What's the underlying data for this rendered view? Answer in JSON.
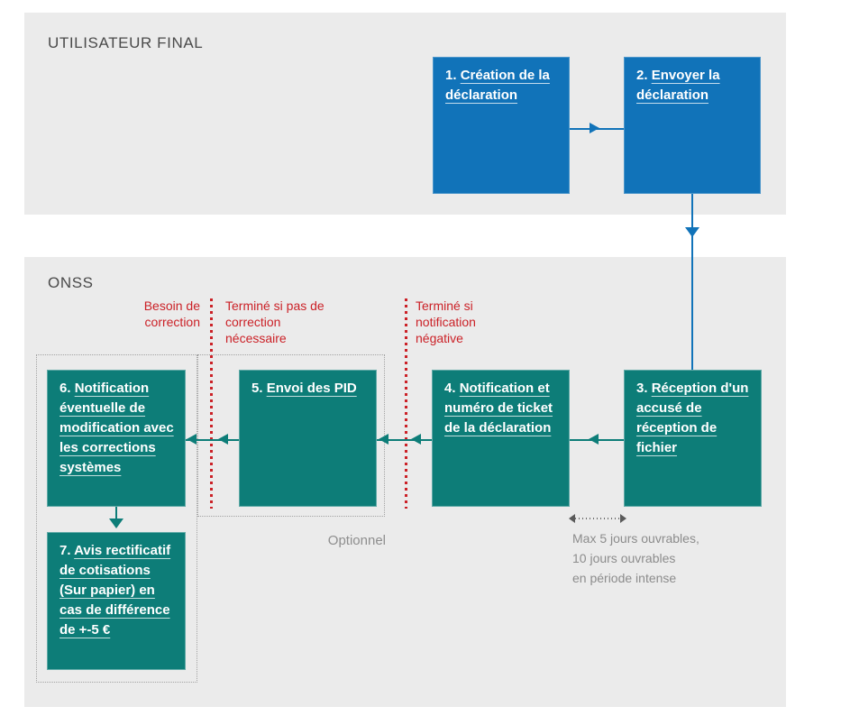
{
  "colors": {
    "blue": "#1173b9",
    "teal": "#0d7d78",
    "red": "#cb2127",
    "section_bg": "#ebebeb",
    "heading_text": "#4a4a4a",
    "muted_text": "#8c8c8c"
  },
  "sections": {
    "end_user": {
      "title": "UTILISATEUR FINAL"
    },
    "onss": {
      "title": "ONSS"
    }
  },
  "steps": [
    {
      "num": "1.",
      "label": "Création de la déclaration"
    },
    {
      "num": "2.",
      "label": "Envoyer la déclaration"
    },
    {
      "num": "3.",
      "label": "Réception d'un accusé de réception de fichier"
    },
    {
      "num": "4.",
      "label": "Notification et numéro de ticket de la déclaration"
    },
    {
      "num": "5.",
      "label": "Envoi des PID"
    },
    {
      "num": "6.",
      "label": "Notification éventuelle de modification avec les corrections systèmes"
    },
    {
      "num": "7.",
      "label": "Avis rectificatif de cotisations (Sur papier) en cas de différence de +-5 €"
    }
  ],
  "conditions": [
    {
      "label": "Besoin de correction"
    },
    {
      "label": "Terminé si pas de correction nécessaire"
    },
    {
      "label": "Terminé si notification négative"
    }
  ],
  "notes": {
    "optional": "Optionnel",
    "delay": "Max 5 jours ouvrables,\n10 jours ouvrables\nen période intense"
  }
}
